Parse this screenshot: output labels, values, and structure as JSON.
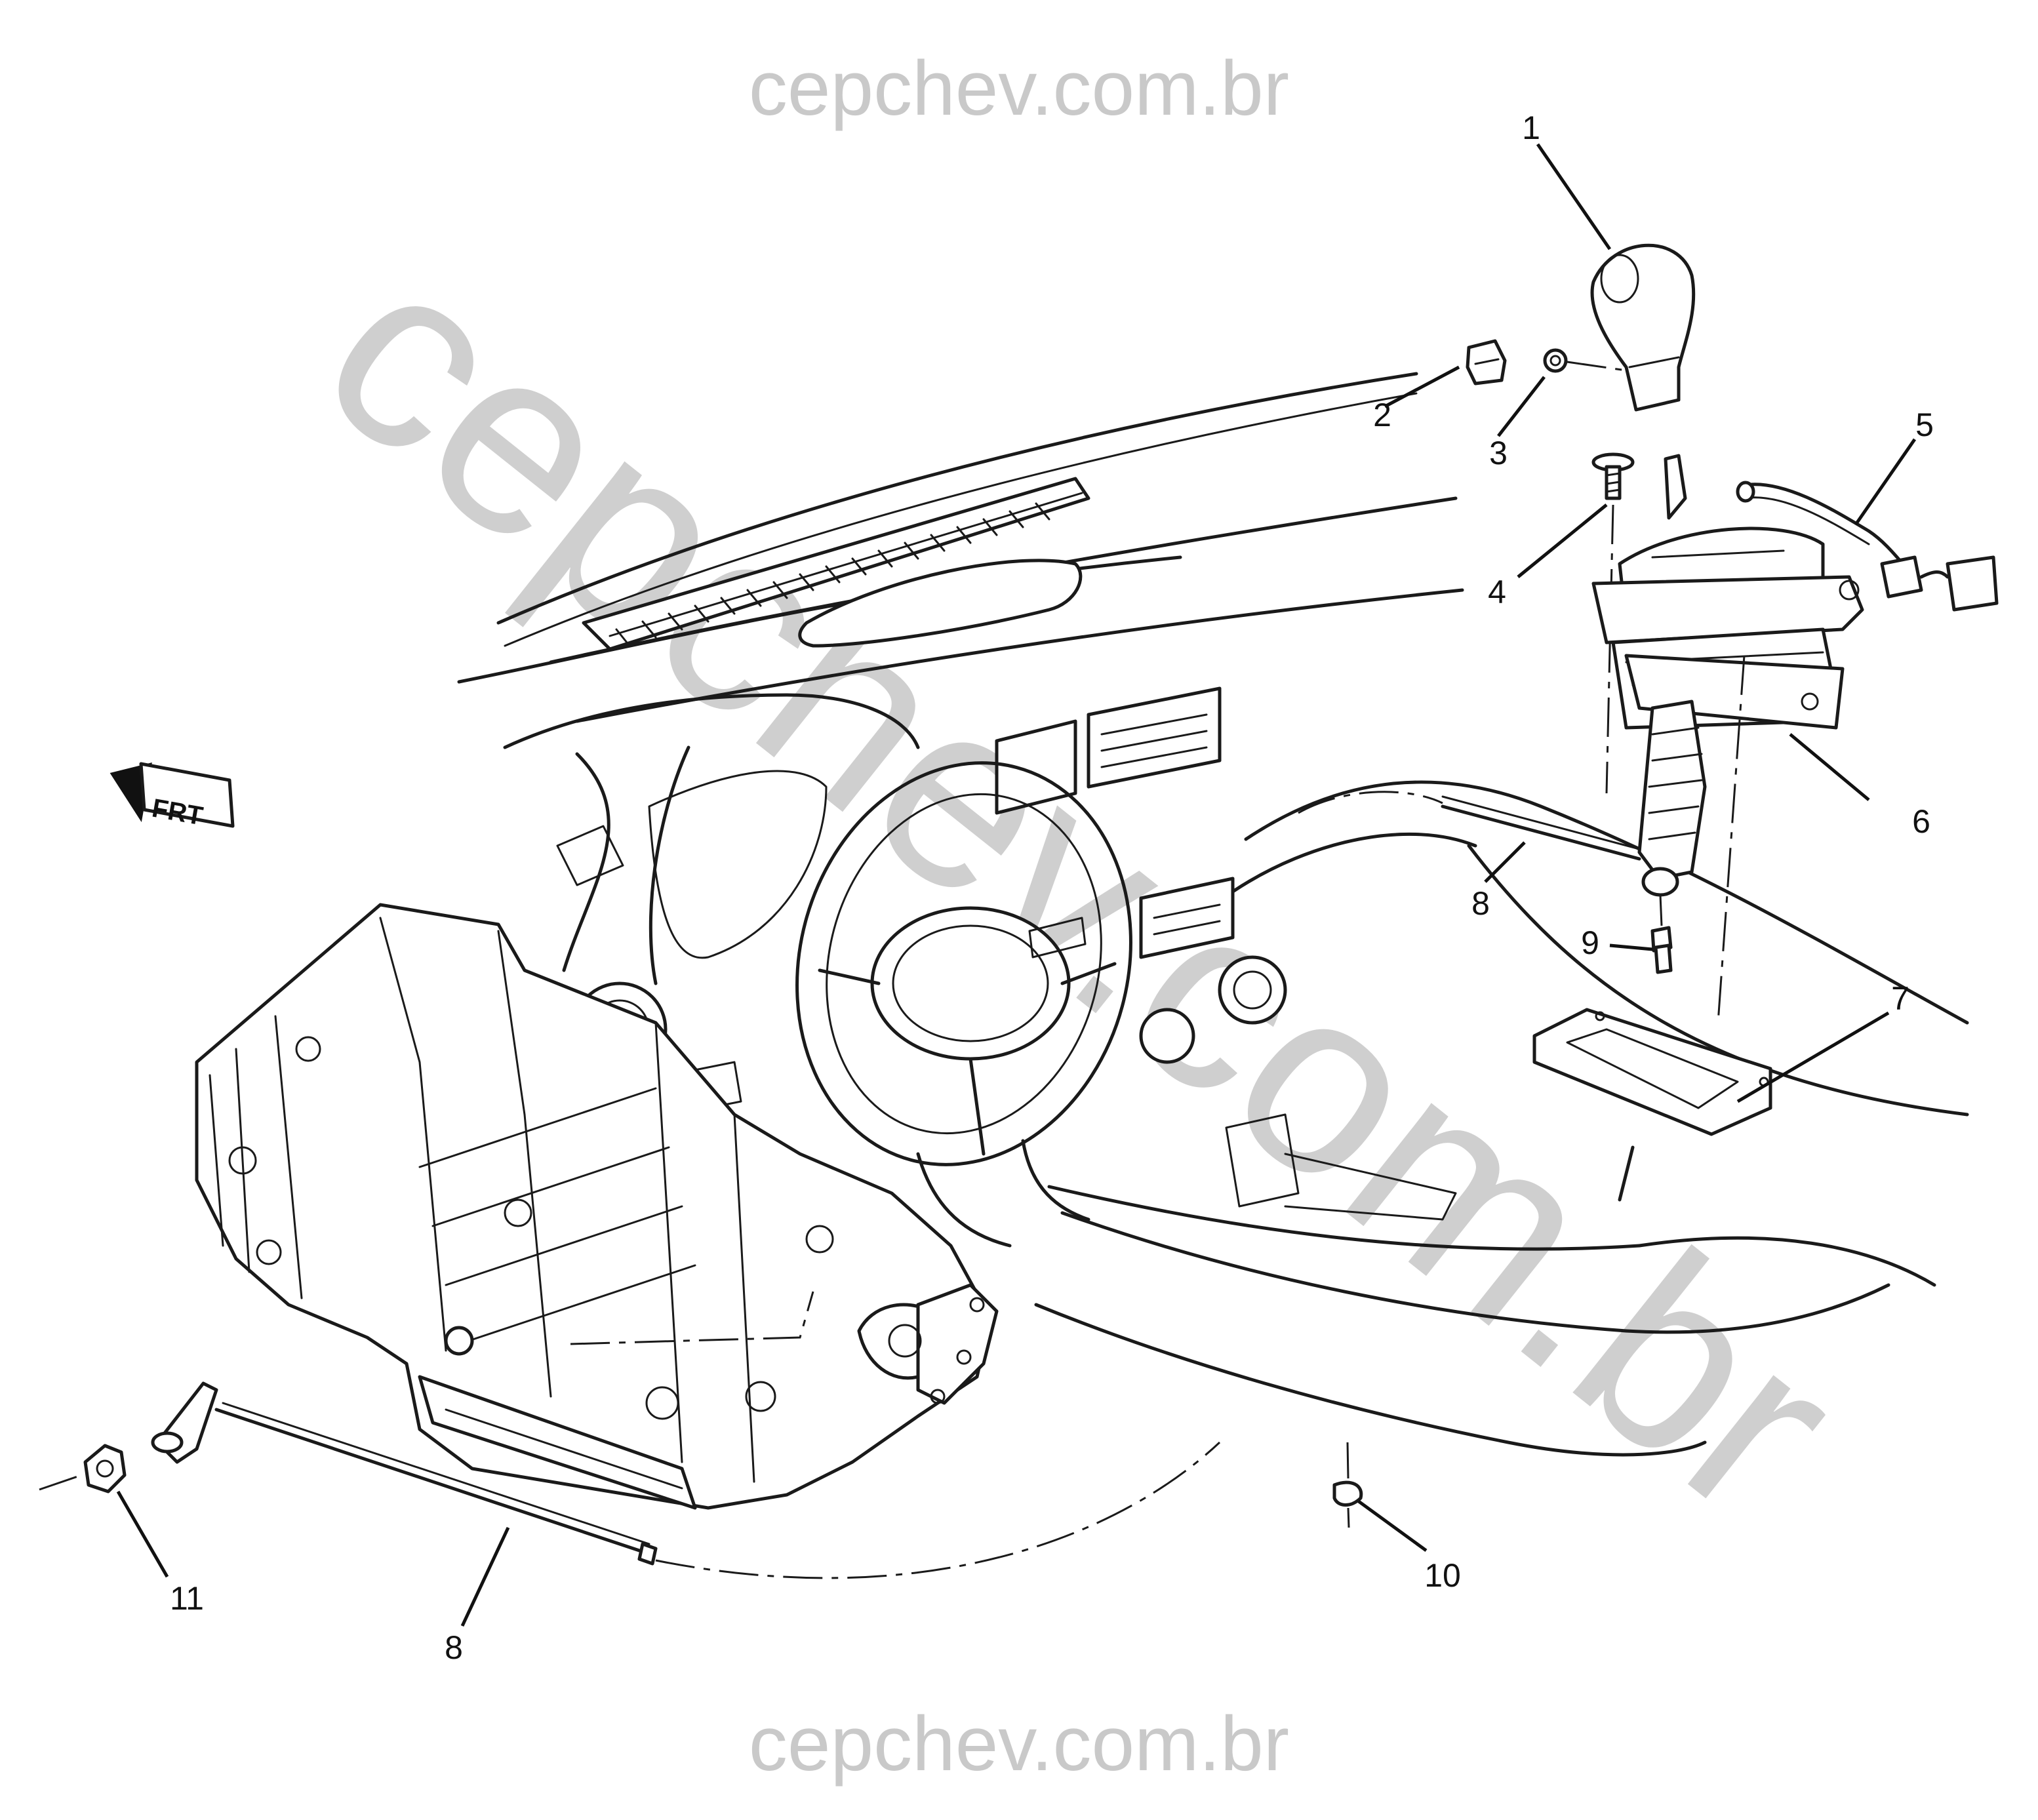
{
  "watermark": {
    "top_text": "cepchev.com.br",
    "bottom_text": "cepchev.com.br",
    "diagonal_text": "cepchev.com.br",
    "color": "#c9c9c9"
  },
  "orientation_marker": {
    "label": "FRT",
    "icon": "front-arrow-icon"
  },
  "callouts": [
    {
      "id": "c1",
      "label": "1"
    },
    {
      "id": "c2",
      "label": "2"
    },
    {
      "id": "c3",
      "label": "3"
    },
    {
      "id": "c4",
      "label": "4"
    },
    {
      "id": "c5",
      "label": "5"
    },
    {
      "id": "c6",
      "label": "6"
    },
    {
      "id": "c7",
      "label": "7"
    },
    {
      "id": "c8a",
      "label": "8"
    },
    {
      "id": "c9",
      "label": "9"
    },
    {
      "id": "c10",
      "label": "10"
    },
    {
      "id": "c11",
      "label": "11"
    },
    {
      "id": "c8b",
      "label": "8"
    }
  ]
}
